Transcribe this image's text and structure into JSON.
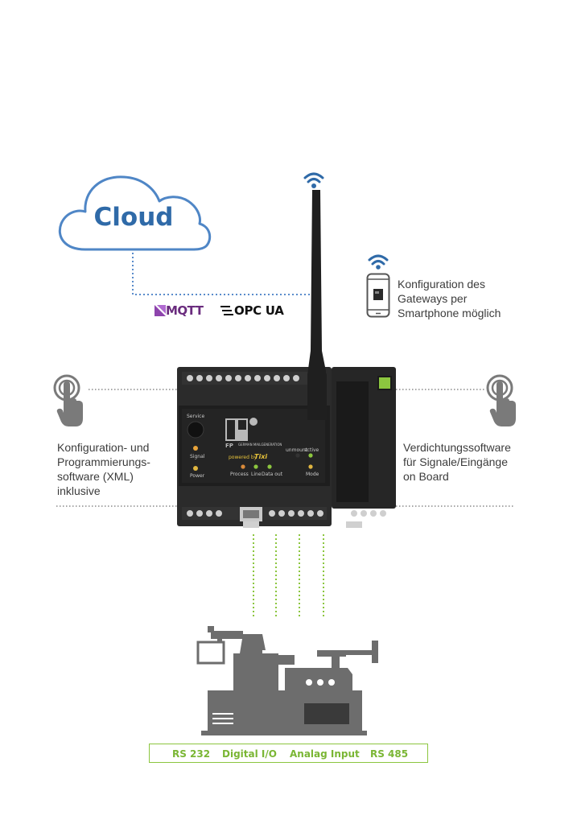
{
  "cloud": {
    "label": "Cloud"
  },
  "protocols": {
    "mqtt": "MQTT",
    "opcua": "OPC UA"
  },
  "smartphone": {
    "text_lines": [
      "Konfiguration des",
      "Gateways per",
      "Smartphone möglich"
    ]
  },
  "left_feature": {
    "text_lines": [
      "Konfiguration- und",
      "Programmierungs-",
      "software (XML)",
      "inklusive"
    ]
  },
  "right_feature": {
    "text_lines": [
      "Verdichtungssoftware",
      "für Signale/Eingänge",
      "on Board"
    ]
  },
  "device": {
    "brand": "FP",
    "brand_sub": "GERMAN MAILGENERATION",
    "powered_by": "powered by",
    "tixi": "Tixi",
    "service_label": "Service",
    "signal_label": "Signal",
    "power_label": "Power",
    "unmount_label": "unmount",
    "active_label": "active",
    "process_label": "Process",
    "line_label": "Line",
    "data_out_label": "Data out",
    "mode_label": "Mode"
  },
  "interfaces": [
    "RS 232",
    "Digital I/O",
    "Analag Input",
    "RS 485"
  ],
  "colors": {
    "cloud_stroke": "#4f86c6",
    "cloud_text": "#2f6aa8",
    "wifi": "#2f6aa8",
    "green": "#8cc63f",
    "machine": "#6d6d6d",
    "device_body": "#2a2a2a"
  }
}
